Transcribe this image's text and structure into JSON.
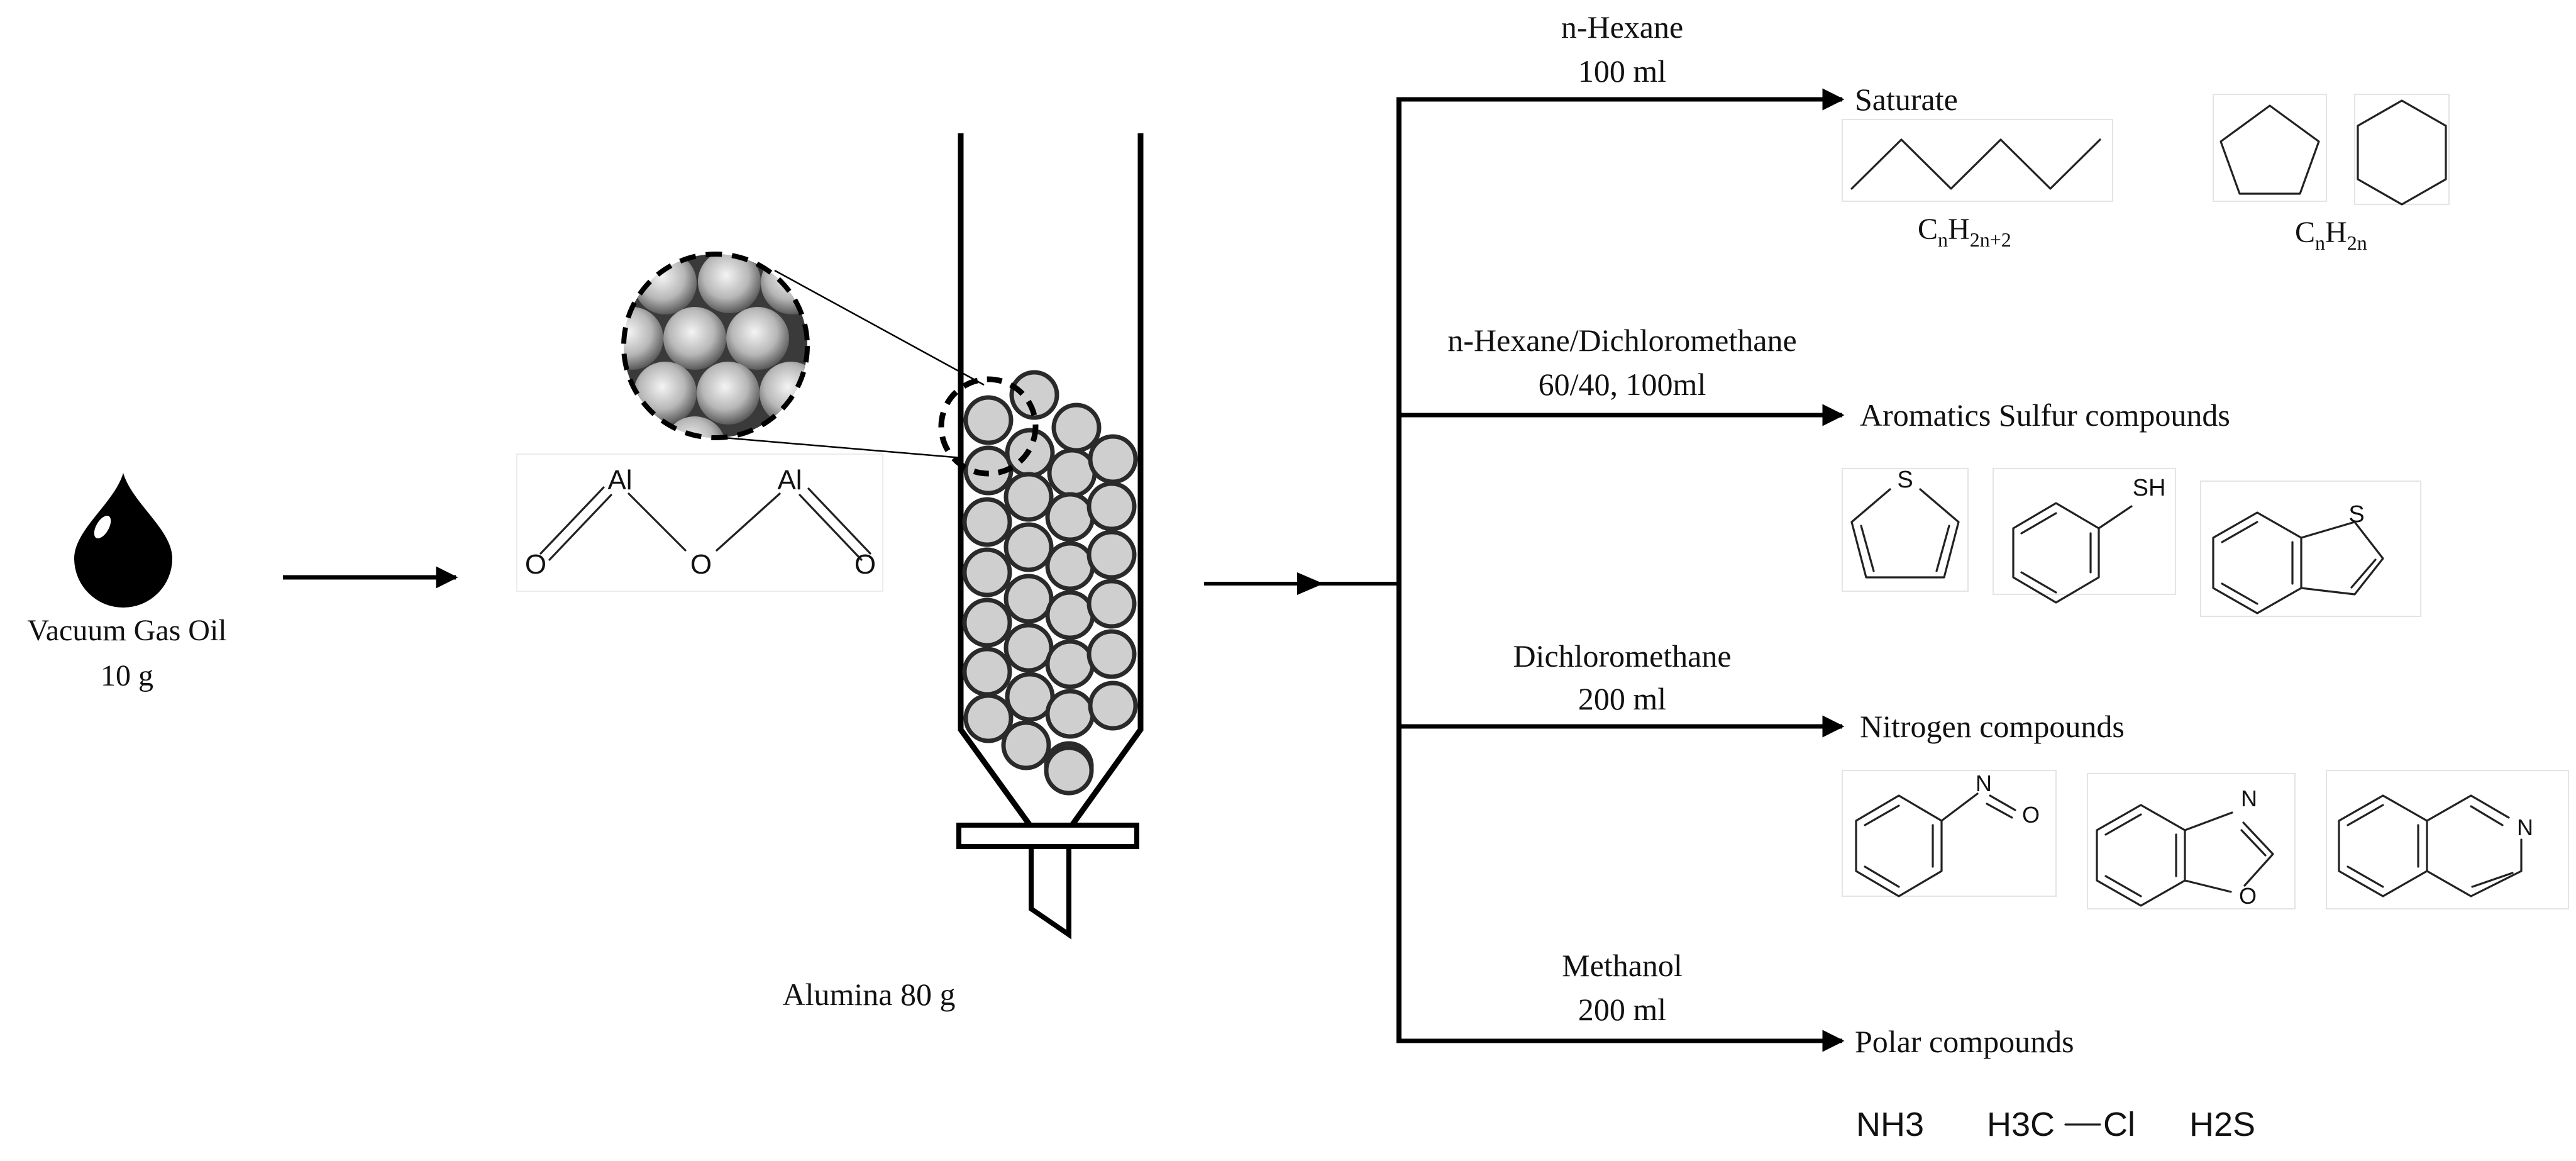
{
  "feed": {
    "name": "Vacuum Gas Oil",
    "amount": "10 g"
  },
  "alumina_structure": {
    "atom_al_left": "Al",
    "atom_al_right": "Al",
    "atom_o_left": "O",
    "atom_o_bridge": "O",
    "atom_o_right": "O"
  },
  "column": {
    "label": "Alumina 80 g"
  },
  "fractions": [
    {
      "solvent": "n-Hexane",
      "volume": "100 ml",
      "product": "Saturate",
      "formula_chain": {
        "c": "C",
        "n1": "n",
        "h": "H",
        "n2": "2n+2"
      },
      "formula_ring": {
        "c": "C",
        "n1": "n",
        "h": "H",
        "n2": "2n"
      }
    },
    {
      "solvent": "n-Hexane/Dichloromethane",
      "volume": "60/40, 100ml",
      "product": "Aromatics Sulfur compounds",
      "labels": [
        "S",
        "SH",
        "S"
      ]
    },
    {
      "solvent": "Dichloromethane",
      "volume": "200 ml",
      "product": "Nitrogen compounds",
      "labels": [
        "N",
        "O",
        "N",
        "O",
        "N"
      ]
    },
    {
      "solvent": "Methanol",
      "volume": "200 ml",
      "product": "Polar compounds",
      "polar": {
        "nh3": {
          "main": "NH",
          "sub": "3"
        },
        "h3ccl": {
          "h": "H",
          "sub": "3",
          "c": "C",
          "cl": "Cl"
        },
        "h2s": {
          "h": "H",
          "sub": "2",
          "s": "S"
        }
      }
    }
  ]
}
